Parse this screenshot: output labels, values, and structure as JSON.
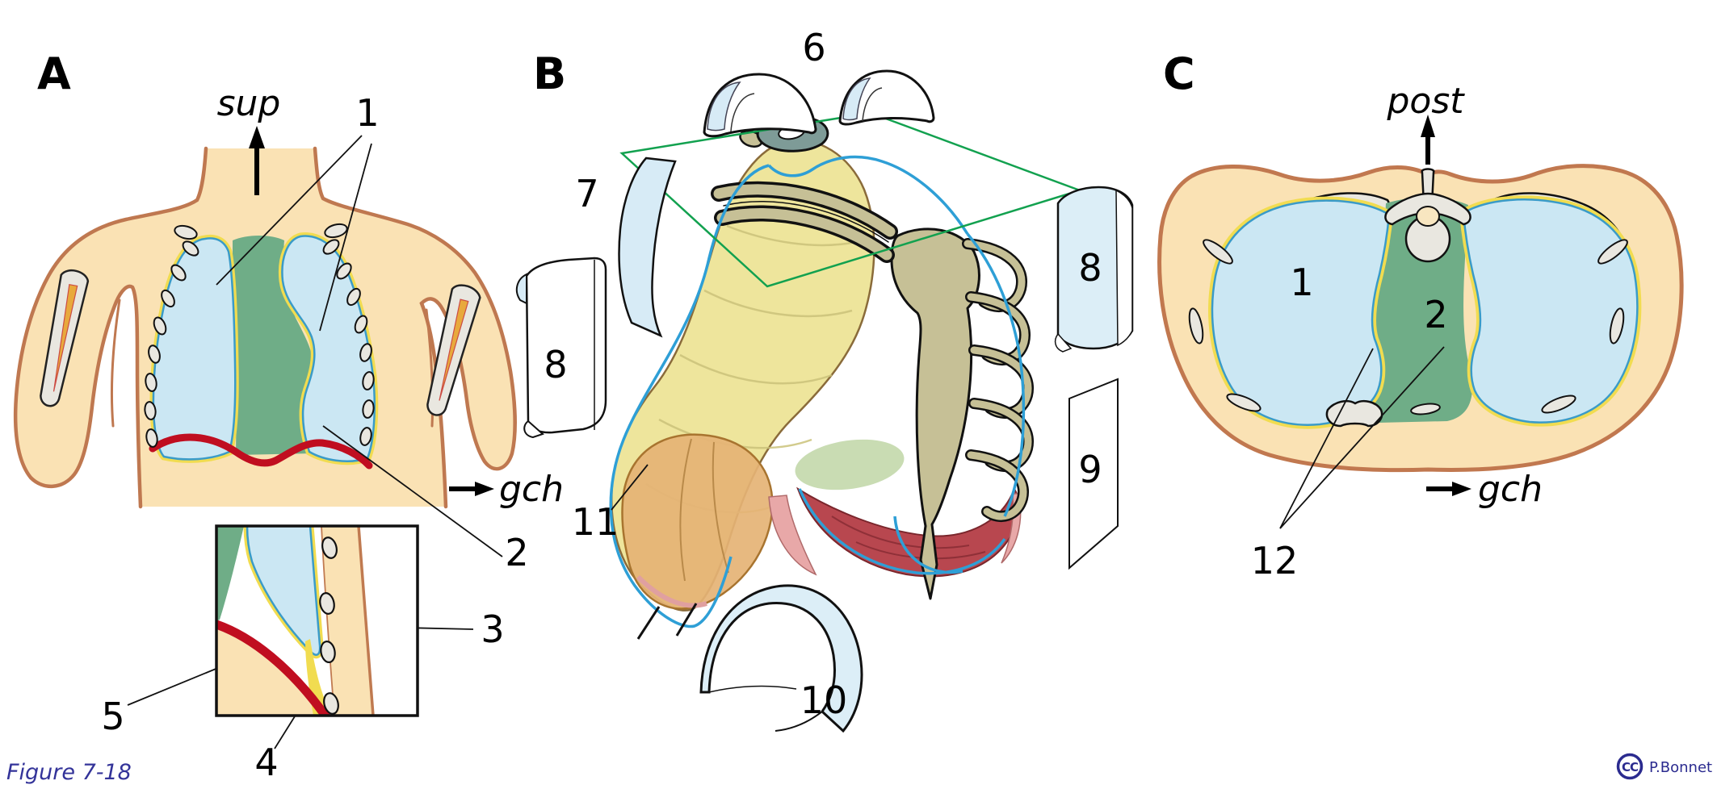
{
  "figure": {
    "caption": "Figure 7-18",
    "license_icon": "CC",
    "credit_name": "P.Bonnet"
  },
  "panels": {
    "a": {
      "letter": "A",
      "direction_up": "sup",
      "direction_right": "gch",
      "labels": {
        "l1": "1",
        "l2": "2",
        "l3": "3",
        "l4": "4",
        "l5": "5"
      }
    },
    "b": {
      "letter": "B",
      "labels": {
        "l6": "6",
        "l7": "7",
        "l8_left": "8",
        "l8_right": "8",
        "l9": "9",
        "l10": "10",
        "l11": "11"
      }
    },
    "c": {
      "letter": "C",
      "direction_up": "post",
      "direction_right": "gch",
      "labels": {
        "l1": "1",
        "l2": "2",
        "l12": "12"
      }
    }
  },
  "colors": {
    "skin": "#FAE2B4",
    "skin_outline": "#BF7850",
    "lung_blue": "#CBE7F3",
    "lung_blue_stroke": "#3A9BC8",
    "pleura_yellow": "#F1DC50",
    "mediastinum_green": "#6FAD87",
    "diaphragm_red": "#C00E20",
    "bone_gray": "#E9E7E0",
    "lung_yellow": "#EDE394",
    "bone_khaki": "#C6C096",
    "pleura_line_blue": "#2E9FD6",
    "plane_green": "#12A14F",
    "sheet_blue": "#D7EBF6",
    "diaphragm_orange": "#E5B375",
    "heart_red": "#B8474F",
    "figure_caption_blue": "#333399",
    "credit_blue": "#2B2B8F"
  }
}
